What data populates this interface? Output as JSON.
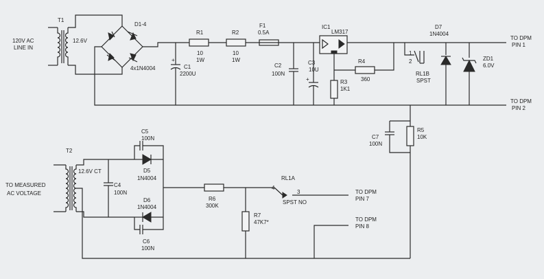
{
  "labels": {
    "ac_in_1": "120V AC",
    "ac_in_2": "LINE IN",
    "t1": "T1",
    "t1_v": "12.6V",
    "d14": "D1-4",
    "d14_part": "4x1N4004",
    "r1": "R1",
    "r1_v1": "10",
    "r1_v2": "1W",
    "r2": "R2",
    "r2_v1": "10",
    "r2_v2": "1W",
    "f1": "F1",
    "f1_v": "0.5A",
    "c1": "C1",
    "c1_v": "2200U",
    "c2": "C2",
    "c2_v": "100N",
    "c3": "C3",
    "c3_v": "10U",
    "ic1": "IC1",
    "ic1_part": "LM317",
    "r3": "R3",
    "r3_v": "1K1",
    "r4": "R4",
    "r4_v": "360",
    "pin1_a": "1",
    "pin1_b": "2",
    "rl1b": "RL1B",
    "rl1b_t": "SPST",
    "d7": "D7",
    "d7_part": "1N4004",
    "zd1": "ZD1",
    "zd1_v": "6.0V",
    "dpm1_a": "TO DPM",
    "dpm1_b": "PIN 1",
    "dpm2_a": "TO DPM",
    "dpm2_b": "PIN 2",
    "c7": "C7",
    "c7_v": "100N",
    "r5": "R5",
    "r5_v": "10K",
    "t2": "T2",
    "t2_v": "12.6V CT",
    "meas_1": "TO MEASURED",
    "meas_2": "AC VOLTAGE",
    "c4": "C4",
    "c4_v": "100N",
    "c5": "C5",
    "c5_v": "100N",
    "d5": "D5",
    "d5_part": "1N4004",
    "d6": "D6",
    "d6_part": "1N4004",
    "c6": "C6",
    "c6_v": "100N",
    "r6": "R6",
    "r6_v": "300K",
    "r7": "R7",
    "r7_v": "47K7*",
    "rl1a": "RL1A",
    "rl1a_p4": "4",
    "rl1a_p3": "3",
    "rl1a_t": "SPST NO",
    "dpm7_a": "TO DPM",
    "dpm7_b": "PIN 7",
    "dpm8_a": "TO DPM",
    "dpm8_b": "PIN 8"
  }
}
